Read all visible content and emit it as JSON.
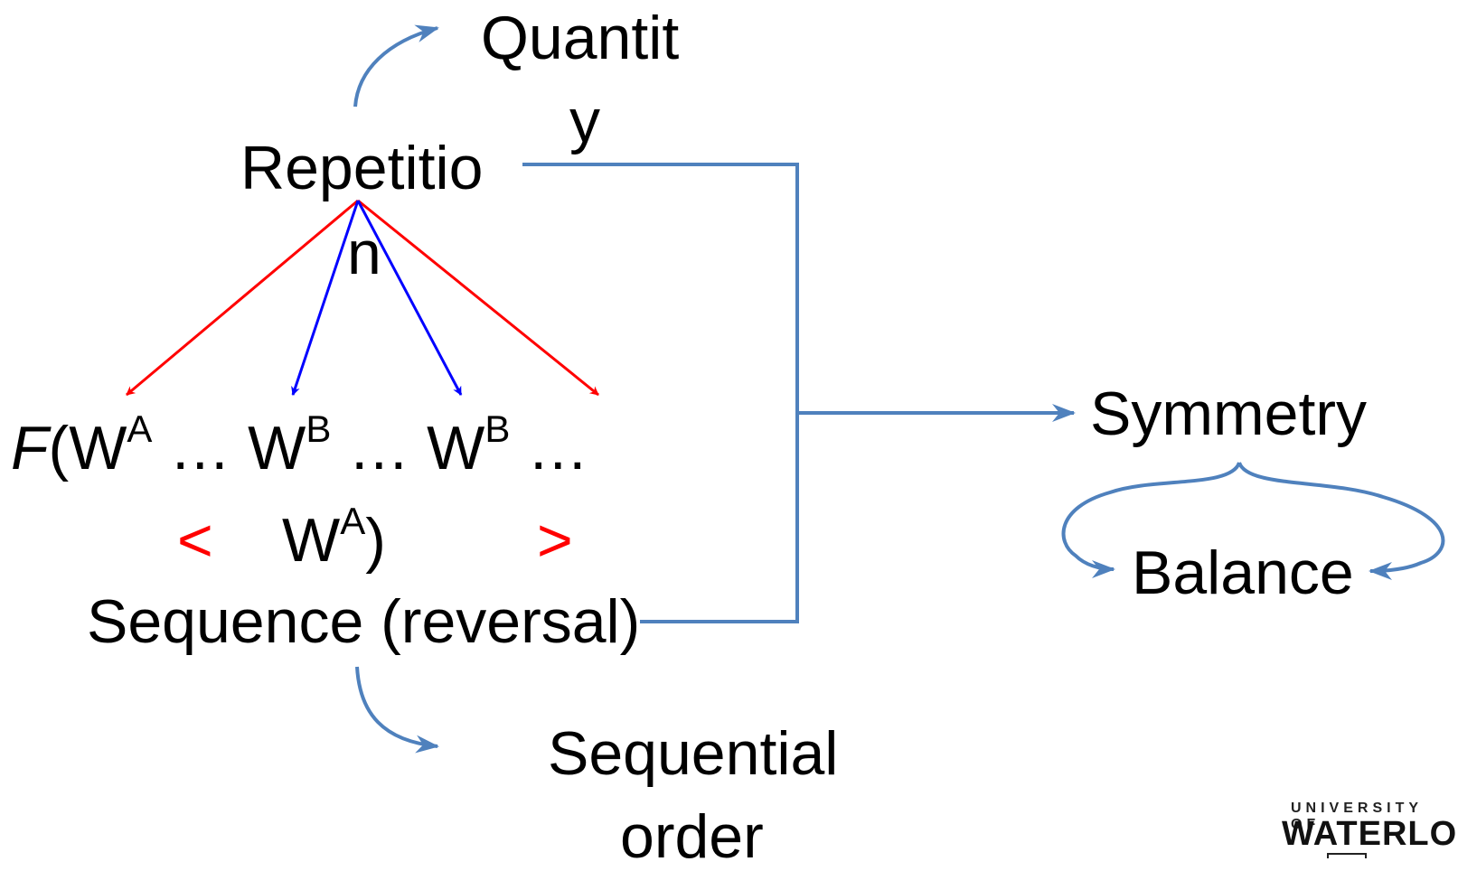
{
  "nodes": {
    "quantity": "Quantit\ny",
    "repetition": "Repetitio\nn",
    "sequence_reversal": "Sequence (reversal)",
    "sequential_order": "Sequential\norder",
    "symmetry": "Symmetry",
    "balance": "Balance"
  },
  "formula": {
    "func": "F",
    "open": "(W",
    "sup_a1": "A",
    "dots1": " … W",
    "sup_b1": "B",
    "dots2": " … W",
    "sup_b2": "B",
    "dots3": " …",
    "last_w": "W",
    "sup_a2": "A",
    "close": ")",
    "less_than": "<",
    "greater_than": ">"
  },
  "logo": {
    "small": "UNIVERSITY OF",
    "big": "WATERLOO"
  },
  "colors": {
    "blue_connector": "#4f81bd",
    "red_arrow": "#ff0000",
    "blue_arrow": "#0000ff",
    "text": "#000000"
  }
}
